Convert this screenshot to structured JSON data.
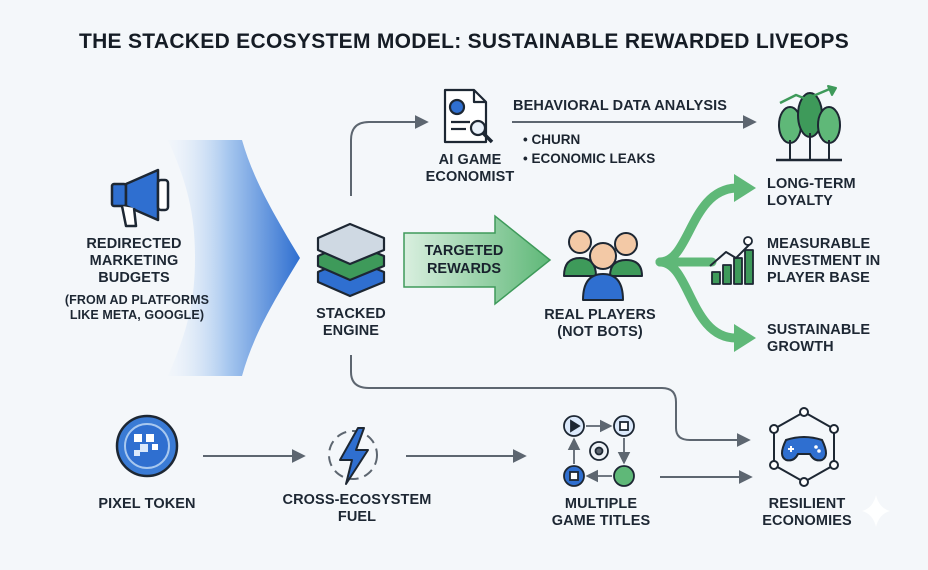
{
  "title": "THE STACKED ECOSYSTEM MODEL: SUSTAINABLE REWARDED LIVEOPS",
  "nodes": {
    "marketing": {
      "label": "REDIRECTED MARKETING BUDGETS",
      "sub": "(FROM AD PLATFORMS LIKE META, GOOGLE)",
      "icon": "megaphone-icon"
    },
    "engine": {
      "label": "STACKED ENGINE",
      "icon": "stacked-layers-icon"
    },
    "economist": {
      "label": "AI GAME ECONOMIST",
      "icon": "document-magnifier-icon"
    },
    "analysis": {
      "label": "BEHAVIORAL DATA ANALYSIS",
      "bullets": [
        "CHURN",
        "ECONOMIC LEAKS"
      ]
    },
    "rewards": {
      "label": "TARGETED REWARDS"
    },
    "players": {
      "label": "REAL PLAYERS (NOT BOTS)",
      "icon": "people-icon"
    },
    "loyalty": {
      "label": "LONG-TERM LOYALTY",
      "icon": "trees-growth-icon"
    },
    "investment": {
      "label": "MEASURABLE INVESTMENT IN PLAYER BASE",
      "icon": "bar-chart-icon"
    },
    "growth": {
      "label": "SUSTAINABLE GROWTH"
    },
    "token": {
      "label": "PIXEL TOKEN",
      "icon": "token-coin-icon"
    },
    "fuel": {
      "label": "CROSS-ECOSYSTEM FUEL",
      "icon": "lightning-icon"
    },
    "titles": {
      "label": "MULTIPLE GAME TITLES",
      "icon": "game-cycle-icon"
    },
    "resilient": {
      "label": "RESILIENT ECONOMIES",
      "icon": "gamepad-network-icon"
    }
  },
  "colors": {
    "blue_accent": "#2f6fd0",
    "green_accent": "#3e9a5a",
    "arrow_grey": "#5d6670",
    "text_dark": "#1d2733"
  }
}
